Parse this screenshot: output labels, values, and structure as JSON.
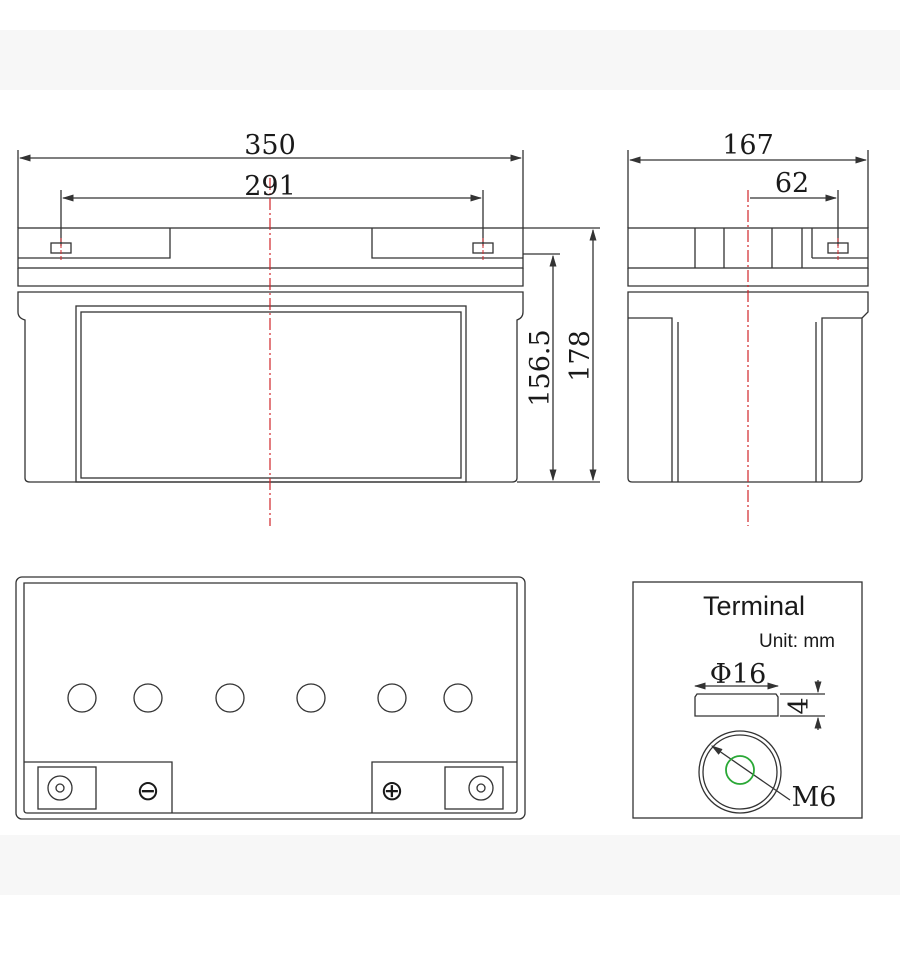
{
  "front_view": {
    "width_overall": "350",
    "terminal_spacing": "291",
    "height_to_case": "156.5",
    "height_overall": "178"
  },
  "side_view": {
    "depth_overall": "167",
    "terminal_offset": "62"
  },
  "top_view": {
    "negative_symbol": "⊖",
    "positive_symbol": "⊕"
  },
  "terminal_detail": {
    "title": "Terminal",
    "unit": "Unit: mm",
    "diameter": "Φ16",
    "thickness": "4",
    "thread": "M6"
  },
  "colors": {
    "line": "#333333",
    "centerline": "#d0252a",
    "thread_ring": "#2aa836",
    "band": "#f6f6f6"
  }
}
